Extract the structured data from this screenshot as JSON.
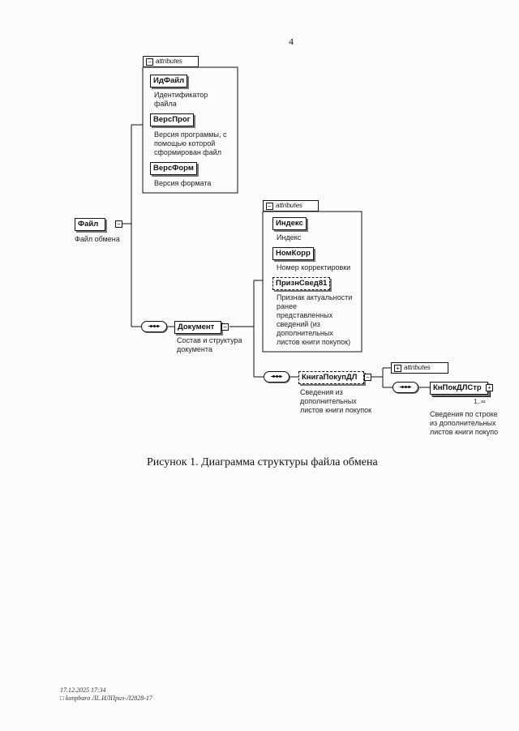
{
  "page_number": "4",
  "caption": "Рисунок 1. Диаграмма структуры файла обмена",
  "footer": {
    "date": "17.12.2025 17:34",
    "doc_ref": "□ konpbaro ЛL.ИЛПриз-Л2828-17"
  },
  "symbols": {
    "collapse": "−",
    "expand": "+",
    "attributes_expand": "+"
  },
  "diagram": {
    "root": {
      "name": "Файл",
      "description": "Файл обмена"
    },
    "root_attributes": {
      "header": "attributes",
      "items": [
        {
          "name": "ИдФайл",
          "description": "Идентификатор\nфайла"
        },
        {
          "name": "ВерсПрог",
          "description": "Версия программы, с\nпомощью которой\nсформирован файл"
        },
        {
          "name": "ВерсФорм",
          "description": "Версия формата"
        }
      ]
    },
    "document": {
      "name": "Документ",
      "description": "Состав и структура\nдокумента"
    },
    "document_attributes": {
      "header": "attributes",
      "items": [
        {
          "name": "Индекс",
          "description": "Индекс",
          "optional": false
        },
        {
          "name": "НомКорр",
          "description": "Номер корректировки",
          "optional": false
        },
        {
          "name": "ПризнСвед81",
          "description": "Признак актуальности\nранее\nпредставленных\nсведений (из\nдополнительных\nлистов книги покупок)",
          "optional": true
        }
      ]
    },
    "book": {
      "name": "КнигаПокупДЛ",
      "description": "Сведения из\nдополнительных\nлистов книги покупок",
      "optional": true
    },
    "book_attributes": {
      "header": "attributes"
    },
    "line": {
      "name": "КнПокДЛСтр",
      "description": "Сведения по строке\nиз дополнительных\nлистов книги покупо",
      "multiplicity": "1..∞"
    }
  }
}
